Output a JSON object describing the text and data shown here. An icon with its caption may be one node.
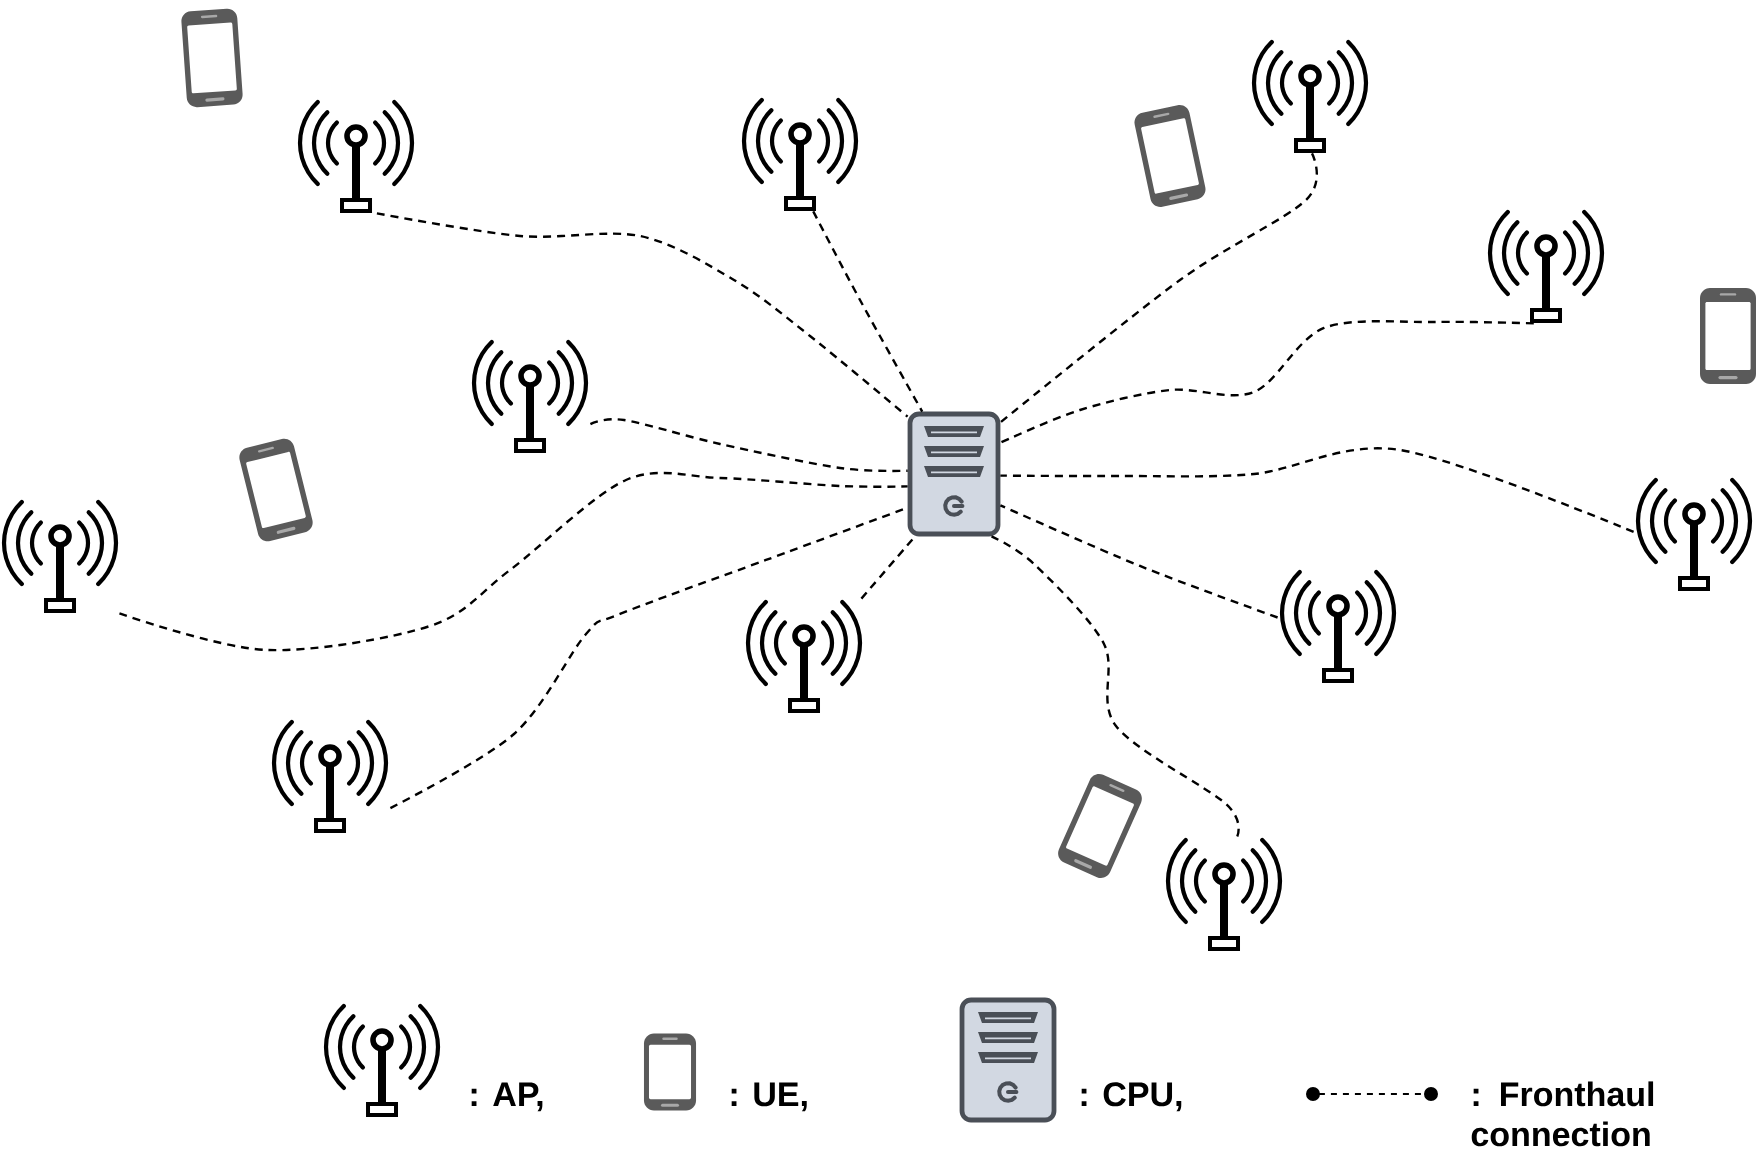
{
  "diagram": {
    "nodes": [
      {
        "text": [],
        "shape": "picture"
      },
      {
        "text": [],
        "shape": "picture"
      },
      {
        "text": [],
        "shape": "picture"
      },
      {
        "text": [],
        "shape": "picture"
      },
      {
        "text": [],
        "shape": "picture"
      },
      {
        "text": [],
        "shape": "picture"
      },
      {
        "text": [],
        "shape": "picture"
      },
      {
        "text": [],
        "shape": "picture"
      },
      {
        "text": [],
        "shape": "picture"
      },
      {
        "text": [],
        "shape": "picture"
      },
      {
        "text": [],
        "shape": "picture"
      },
      {
        "text": [],
        "shape": "picture"
      },
      {
        "text": [],
        "shape": "picture"
      },
      {
        "text": [],
        "shape": "picture"
      },
      {
        "text": [],
        "shape": "picture"
      },
      {
        "text": [],
        "shape": "picture"
      },
      {
        "text": [],
        "shape": "picture"
      }
    ],
    "edges": [
      {
        "from": 1,
        "to": 8,
        "arrow": "none",
        "style": "dashed"
      },
      {
        "from": 2,
        "to": 8,
        "arrow": "none",
        "style": "dashed"
      },
      {
        "from": 3,
        "to": 8,
        "arrow": "none",
        "style": "dashed"
      },
      {
        "from": 5,
        "to": 8,
        "arrow": "none",
        "style": "dashed"
      },
      {
        "from": 7,
        "to": 8,
        "arrow": "none",
        "style": "dashed"
      },
      {
        "from": 10,
        "to": 8,
        "arrow": "none",
        "style": "dashed"
      },
      {
        "from": 11,
        "to": 8,
        "arrow": "none",
        "style": "dashed"
      },
      {
        "from": 12,
        "to": 8,
        "arrow": "none",
        "style": "dashed"
      },
      {
        "from": 13,
        "to": 8,
        "arrow": "none",
        "style": "dashed"
      },
      {
        "from": 14,
        "to": 8,
        "arrow": "none",
        "style": "dashed"
      },
      {
        "from": 16,
        "to": 8,
        "arrow": "none",
        "style": "dashed"
      }
    ],
    "legend": [
      {
        "text": ": AP,"
      },
      {
        "text": ": UE,"
      },
      {
        "text": ": CPU,"
      },
      {
        "text": ": Fronthaul connection"
      }
    ]
  }
}
